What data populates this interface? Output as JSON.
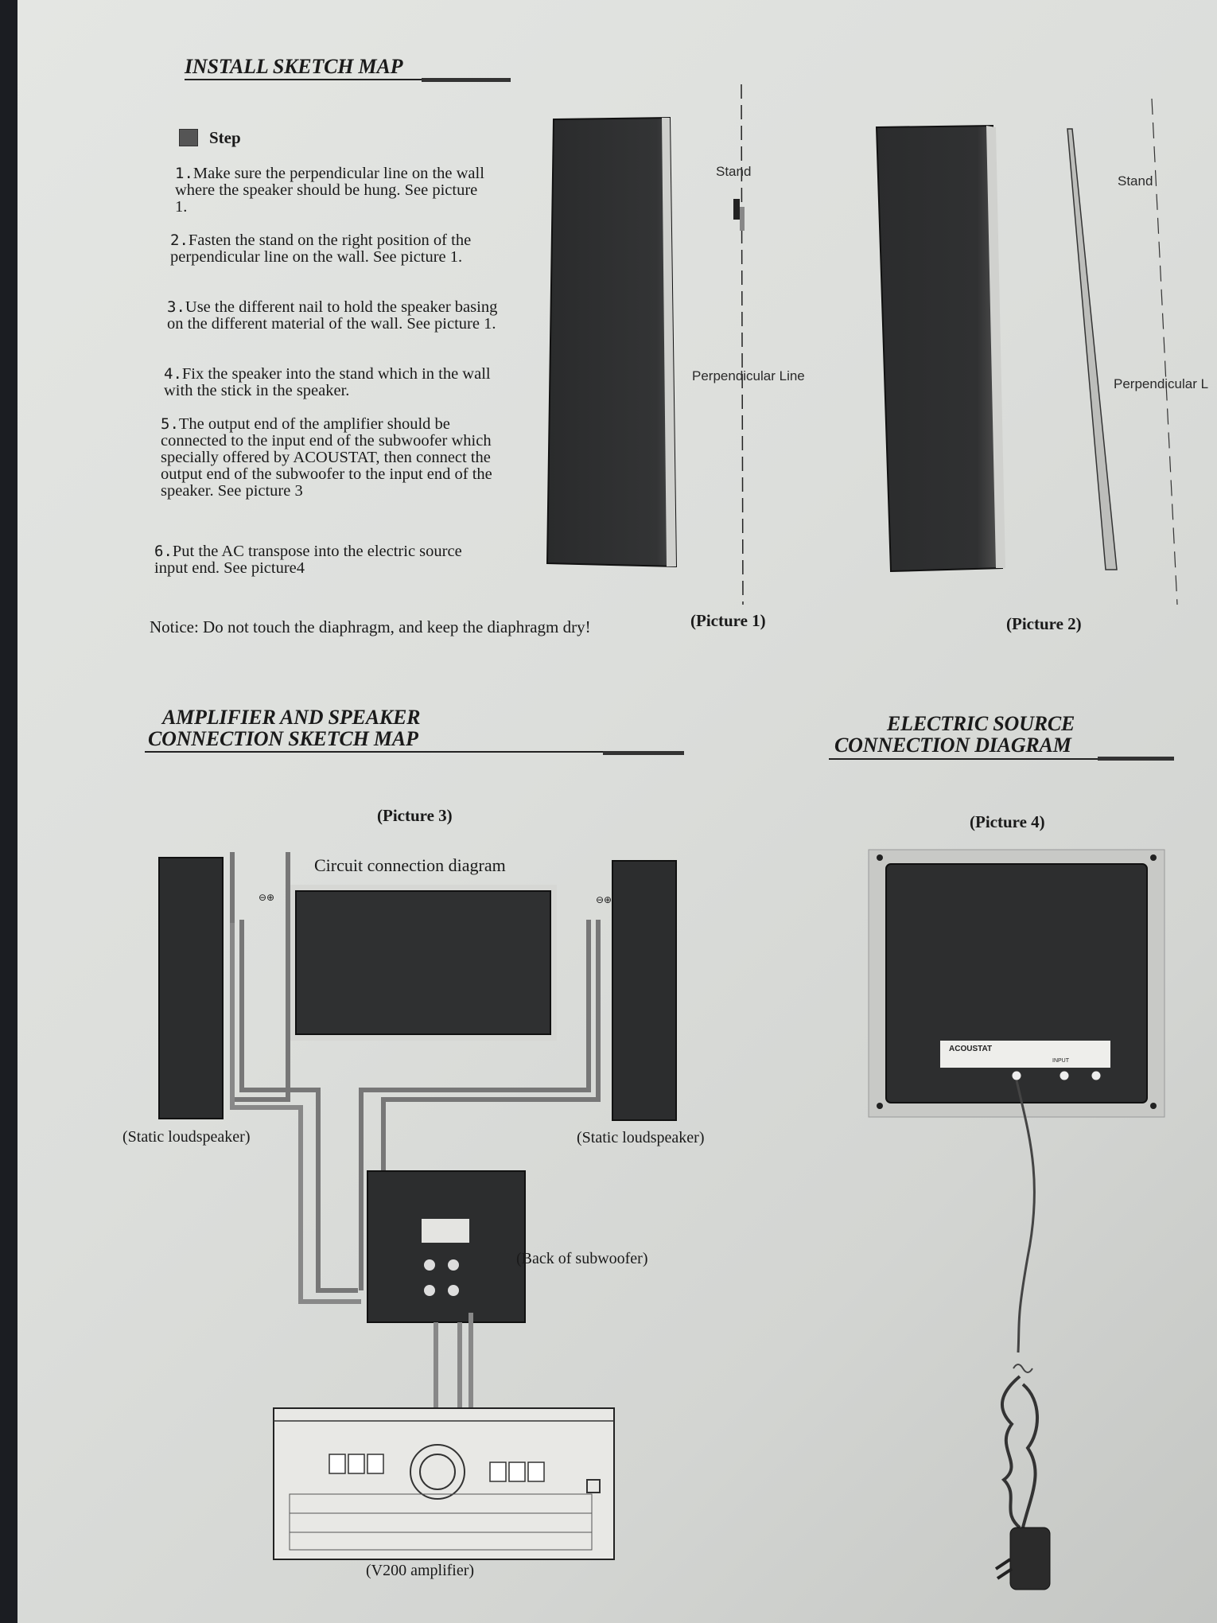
{
  "install": {
    "title": "INSTALL SKETCH MAP",
    "step_label": "Step",
    "steps": [
      {
        "num": "1.",
        "text": "Make sure the perpendicular line on the wall where the speaker should be hung. See picture 1."
      },
      {
        "num": "2.",
        "text": "Fasten the stand on the right position of the perpendicular line on the wall. See picture 1."
      },
      {
        "num": "3.",
        "text": "Use the different nail to hold the speaker basing on the different material of the wall. See picture 1."
      },
      {
        "num": "4.",
        "text": "Fix the speaker into the stand which in the wall with the stick in the speaker."
      },
      {
        "num": "5.",
        "text": "The output end of the amplifier should be connected to the input end of the subwoofer which specially offered by ACOUSTAT, then connect the output end of the subwoofer to the input end of the speaker. See picture 3"
      },
      {
        "num": "6.",
        "text": "Put the AC transpose into the electric source input end. See picture4"
      }
    ],
    "notice": "Notice: Do not touch the diaphragm, and keep the diaphragm dry!"
  },
  "picture1": {
    "caption": "(Picture 1)",
    "stand_label": "Stand",
    "line_label": "Perpendicular Line"
  },
  "picture2": {
    "caption": "(Picture 2)",
    "stand_label": "Stand",
    "line_label": "Perpendicular L"
  },
  "amplifier_section": {
    "title_line1": "AMPLIFIER AND SPEAKER",
    "title_line2": "CONNECTION SKETCH MAP",
    "caption": "(Picture 3)",
    "diagram_title": "Circuit connection diagram",
    "left_speaker": "(Static loudspeaker)",
    "right_speaker": "(Static loudspeaker)",
    "subwoofer": "(Back of subwoofer)",
    "amplifier": "(V200 amplifier)",
    "terminal_symbols": "⊖⊕"
  },
  "electric_section": {
    "title_line1": "ELECTRIC SOURCE",
    "title_line2": "CONNECTION DIAGRAM",
    "caption": "(Picture 4)",
    "brand": "ACOUSTAT",
    "panel_input": "INPUT"
  }
}
